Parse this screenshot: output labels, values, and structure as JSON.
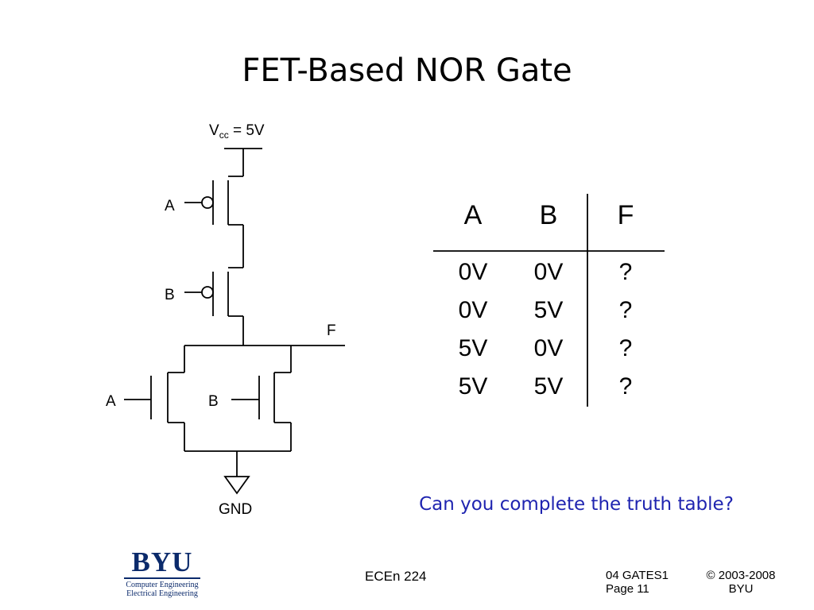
{
  "slide": {
    "title": "FET-Based NOR Gate",
    "question": "Can you complete the truth table?"
  },
  "circuit": {
    "vcc_symbol": "V",
    "vcc_subscript": "cc",
    "vcc_value": " = 5V",
    "pmos_top_input": "A",
    "pmos_bottom_input": "B",
    "output": "F",
    "nmos_left_input": "A",
    "nmos_right_input": "B",
    "ground": "GND"
  },
  "truth_table": {
    "headers": [
      "A",
      "B",
      "F"
    ],
    "rows": [
      [
        "0V",
        "0V",
        "?"
      ],
      [
        "0V",
        "5V",
        "?"
      ],
      [
        "5V",
        "0V",
        "?"
      ],
      [
        "5V",
        "5V",
        "?"
      ]
    ]
  },
  "footer": {
    "logo_mark": "BYU",
    "logo_line1": "Computer Engineering",
    "logo_line2": "Electrical Engineering",
    "course": "ECEn 224",
    "deck": "04 GATES1",
    "page": "Page 11",
    "copyright_line1": "© 2003-2008",
    "copyright_line2": "BYU",
    "logo_color": "#0b2a6b",
    "question_color": "#1f24b0"
  }
}
